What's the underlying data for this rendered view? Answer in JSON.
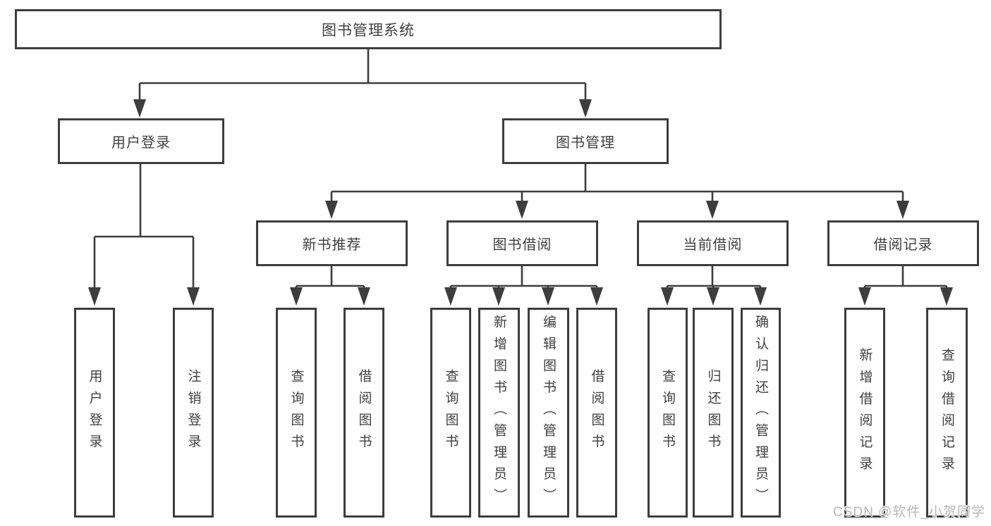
{
  "tree": {
    "root": {
      "label": "图书管理系统"
    },
    "branches": [
      {
        "label": "用户登录",
        "children": [
          {
            "label": "用户登录"
          },
          {
            "label": "注销登录"
          }
        ]
      },
      {
        "label": "图书管理",
        "children": [
          {
            "label": "新书推荐",
            "children": [
              {
                "label": "查询图书"
              },
              {
                "label": "借阅图书"
              }
            ]
          },
          {
            "label": "图书借阅",
            "children": [
              {
                "label": "查询图书"
              },
              {
                "label": "新增图书（管理员）"
              },
              {
                "label": "编辑图书（管理员）"
              },
              {
                "label": "借阅图书"
              }
            ]
          },
          {
            "label": "当前借阅",
            "children": [
              {
                "label": "查询图书"
              },
              {
                "label": "归还图书"
              },
              {
                "label": "确认归还（管理员）"
              }
            ]
          },
          {
            "label": "借阅记录",
            "children": [
              {
                "label": "新增借阅记录"
              },
              {
                "label": "查询借阅记录"
              }
            ]
          }
        ]
      }
    ]
  },
  "watermark": "CSDN @软件_小贺同学",
  "colors": {
    "line": "#3d3d3d",
    "text": "#404040",
    "watermark": "#b8b8b8"
  }
}
